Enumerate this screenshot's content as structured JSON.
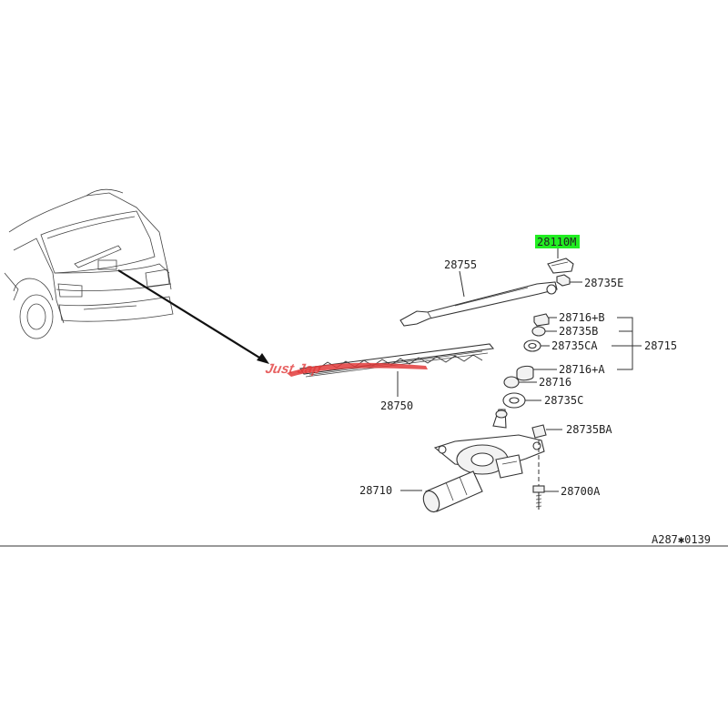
{
  "labels": {
    "p28110M": "28110M",
    "p28755": "28755",
    "p28735E": "28735E",
    "p28716B": "28716+B",
    "p28735B": "28735B",
    "p28735CA": "28735CA",
    "p28715": "28715",
    "p28716A": "28716+A",
    "p28716": "28716",
    "p28735C": "28735C",
    "p28750": "28750",
    "p28735BA": "28735BA",
    "p28710": "28710",
    "p28700A": "28700A",
    "diagram_code": "A287✱0139"
  },
  "highlight_color": "#22ee22",
  "watermark_color": "#e23b3b"
}
